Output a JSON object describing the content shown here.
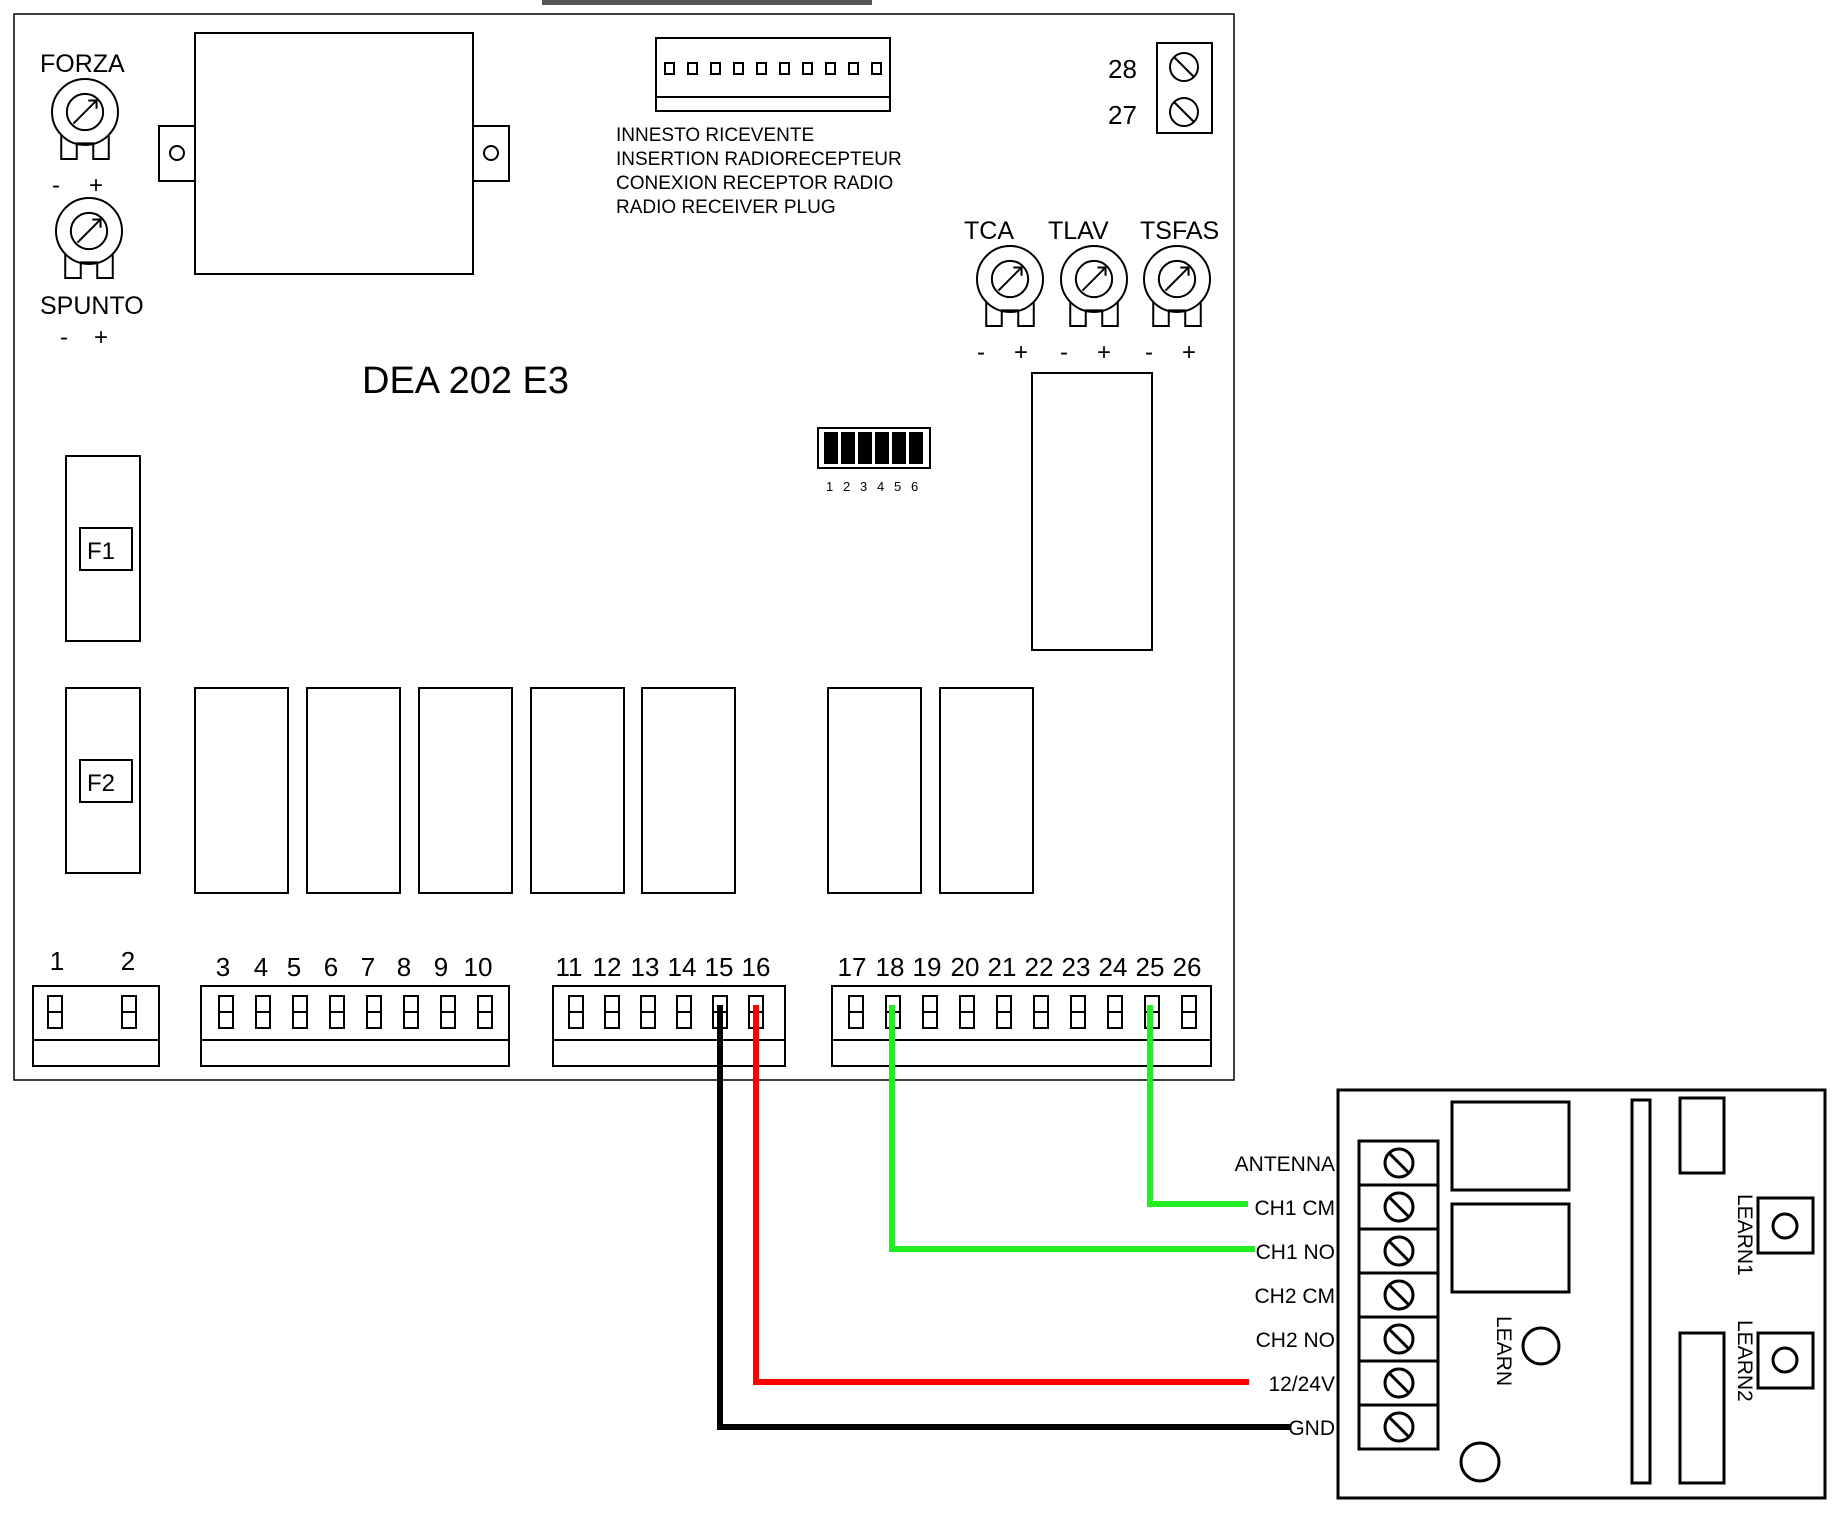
{
  "board": {
    "model": "DEA 202 E3",
    "trimmers": {
      "forza": "FORZA",
      "spunto": "SPUNTO",
      "tca": "TCA",
      "tlav": "TLAV",
      "tsfas": "TSFAS",
      "minus": "-",
      "plus": "+"
    },
    "fuses": [
      "F1",
      "F2"
    ],
    "aux_terminals": [
      "28",
      "27"
    ],
    "receiver_plug_labels": [
      "INNESTO RICEVENTE",
      "INSERTION RADIORECEPTEUR",
      "CONEXION RECEPTOR RADIO",
      "RADIO RECEIVER PLUG"
    ],
    "dip_switch_numbers": [
      "1",
      "2",
      "3",
      "4",
      "5",
      "6"
    ],
    "terminal_numbers": [
      "1",
      "2",
      "3",
      "4",
      "5",
      "6",
      "7",
      "8",
      "9",
      "10",
      "11",
      "12",
      "13",
      "14",
      "15",
      "16",
      "17",
      "18",
      "19",
      "20",
      "21",
      "22",
      "23",
      "24",
      "25",
      "26"
    ]
  },
  "receiver": {
    "terminals": [
      "ANTENNA",
      "CH1 CM",
      "CH1 NO",
      "CH2 CM",
      "CH2 NO",
      "12/24V",
      "GND"
    ],
    "buttons": [
      "LEARN1",
      "LEARN2"
    ],
    "led_label": "LEARN"
  },
  "wires": [
    {
      "from": "15",
      "to": "GND",
      "color": "#000000"
    },
    {
      "from": "16",
      "to": "12/24V",
      "color": "#ff0000"
    },
    {
      "from": "18",
      "to": "CH1 NO",
      "color": "#22ee22"
    },
    {
      "from": "25",
      "to": "CH1 CM",
      "color": "#22ee22"
    }
  ],
  "colors": {
    "line": "#000000",
    "wire_black": "#000000",
    "wire_red": "#ff0000",
    "wire_green": "#22ee22"
  }
}
